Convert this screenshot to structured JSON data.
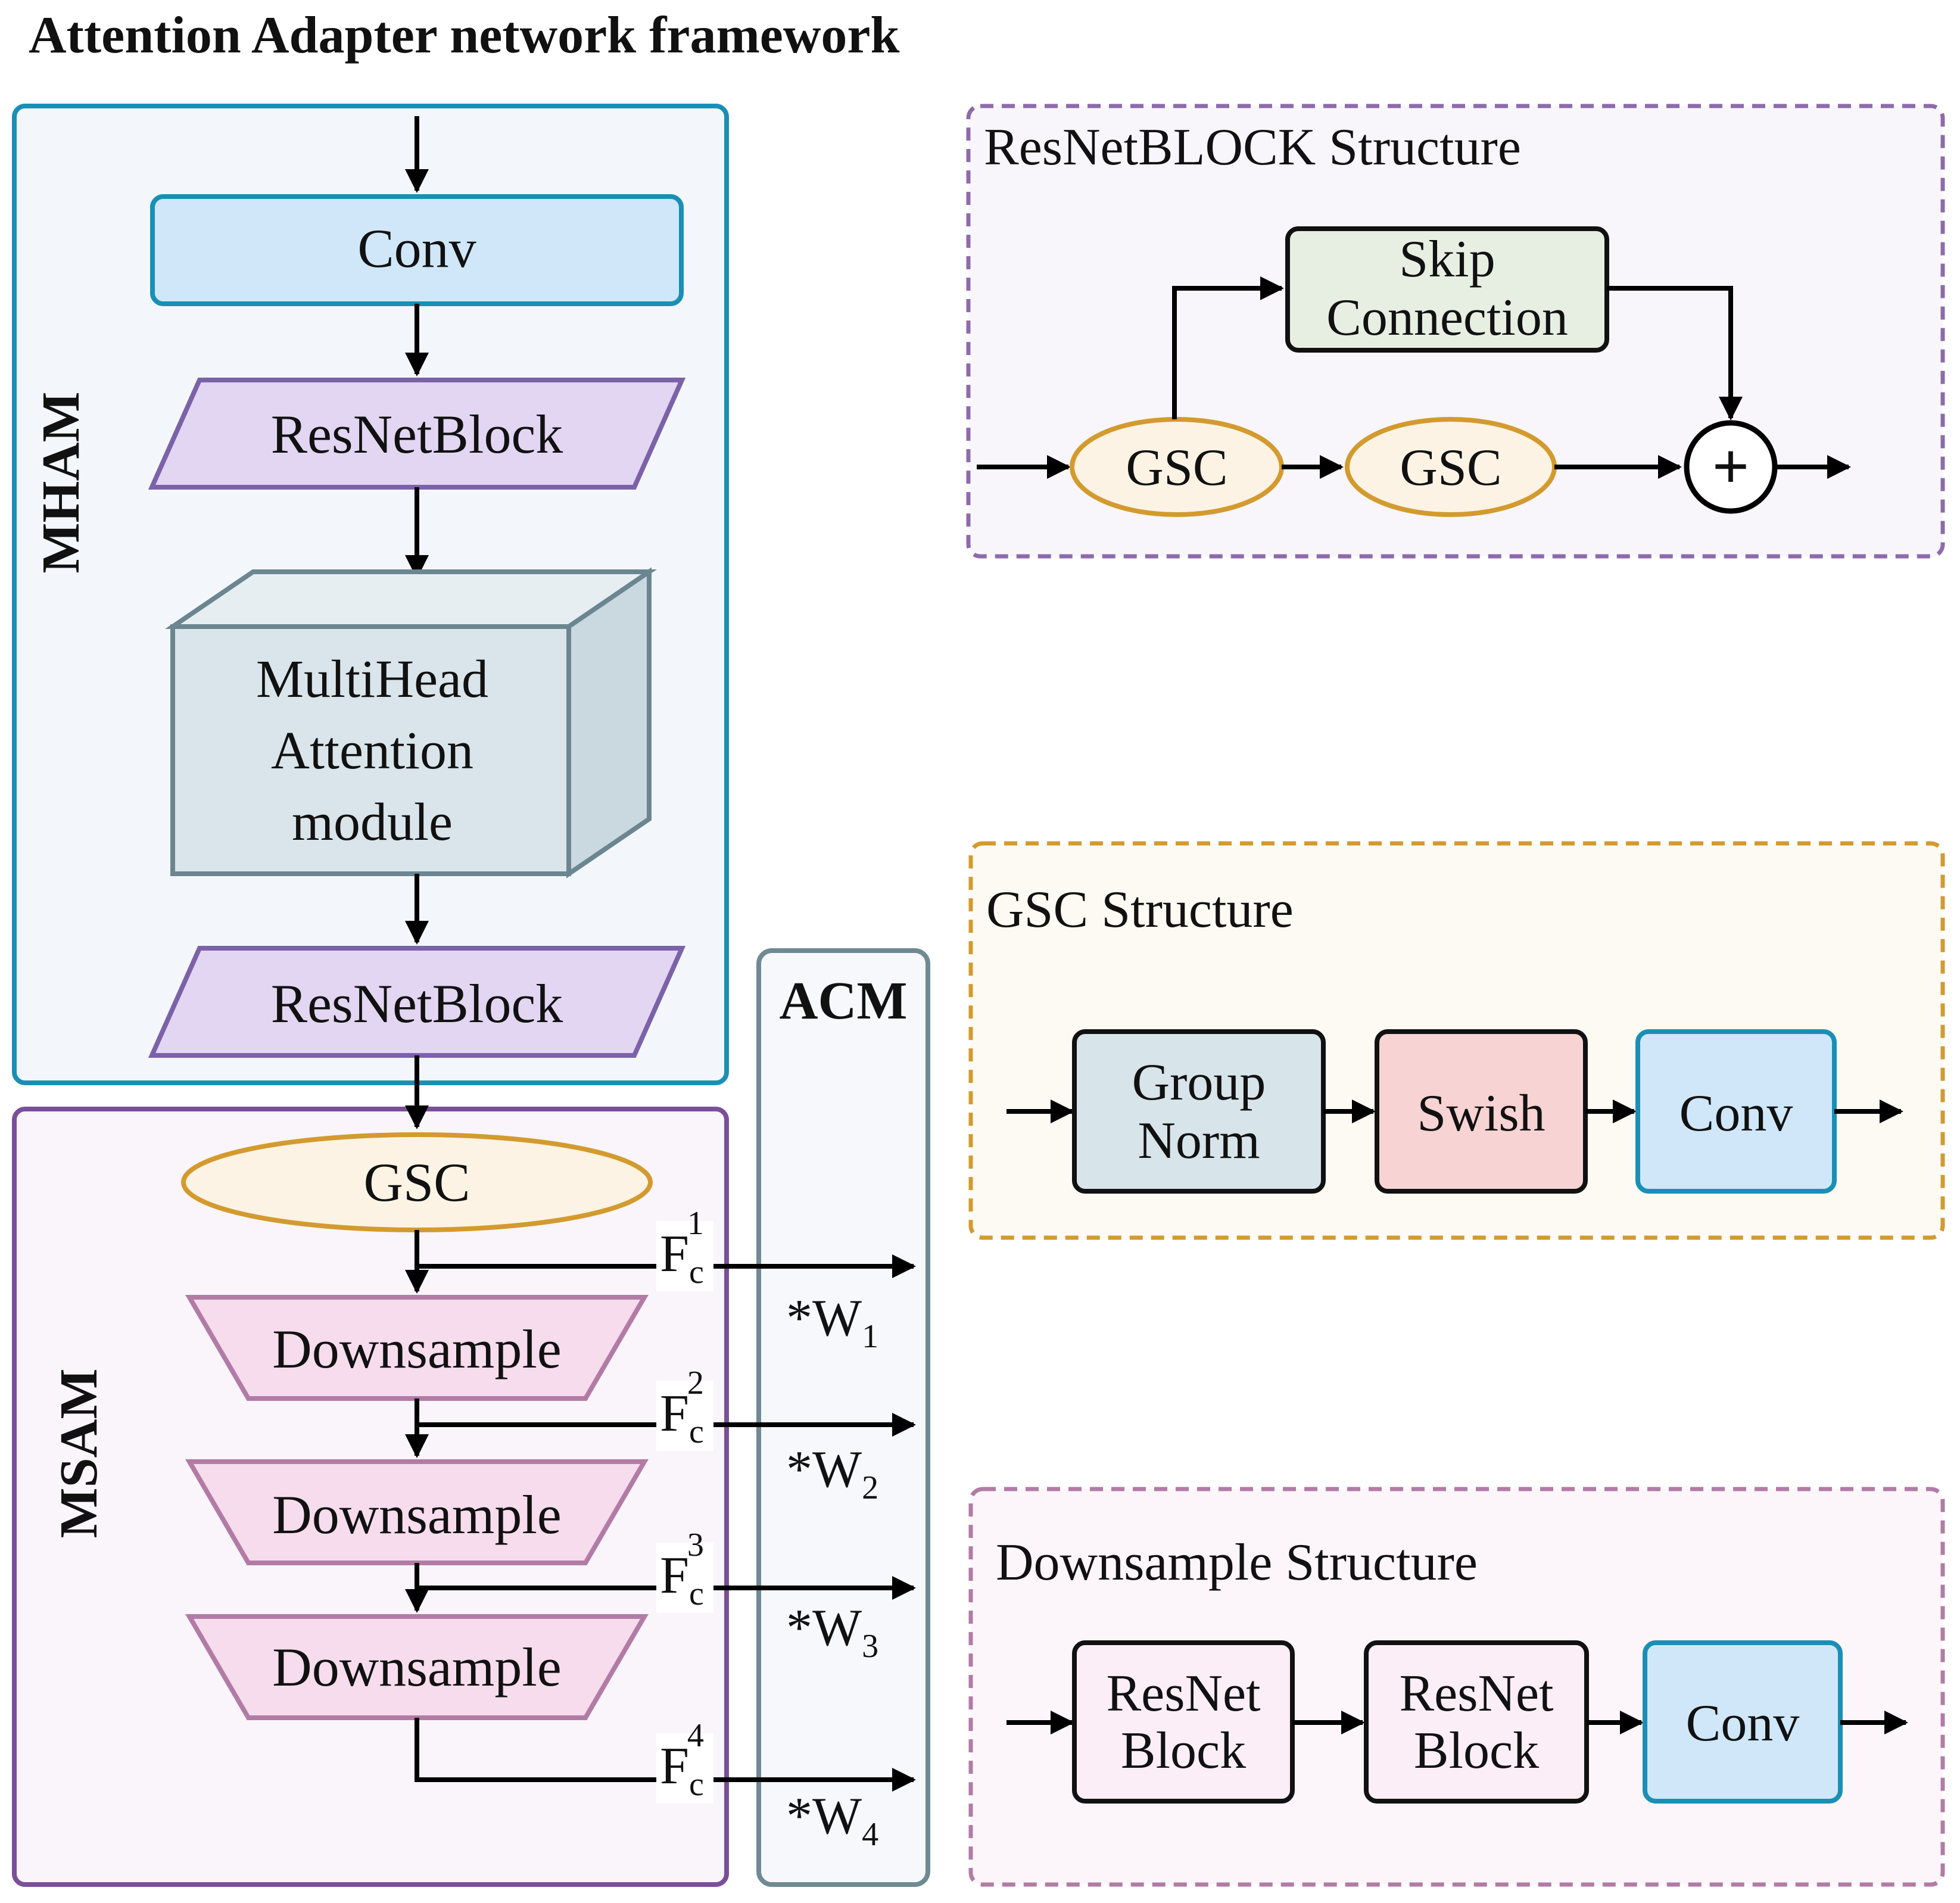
{
  "title": "Attention Adapter network framework",
  "mham": {
    "label": "MHAM",
    "conv": "Conv",
    "resnet_block_1": "ResNetBlock",
    "attention_lines": [
      "MultiHead",
      "Attention",
      "module"
    ],
    "resnet_block_2": "ResNetBlock"
  },
  "msam": {
    "label": "MSAM",
    "gsc": "GSC",
    "downsample_1": "Downsample",
    "downsample_2": "Downsample",
    "downsample_3": "Downsample"
  },
  "acm": {
    "label": "ACM",
    "features": [
      {
        "base": "F",
        "sub": "c",
        "sup": "1",
        "weight_prefix": "*W",
        "weight_sub": "1"
      },
      {
        "base": "F",
        "sub": "c",
        "sup": "2",
        "weight_prefix": "*W",
        "weight_sub": "2"
      },
      {
        "base": "F",
        "sub": "c",
        "sup": "3",
        "weight_prefix": "*W",
        "weight_sub": "3"
      },
      {
        "base": "F",
        "sub": "c",
        "sup": "4",
        "weight_prefix": "*W",
        "weight_sub": "4"
      }
    ]
  },
  "resnet_structure": {
    "title": "ResNetBLOCK Structure",
    "skip_lines": [
      "Skip",
      "Connection"
    ],
    "gsc_1": "GSC",
    "gsc_2": "GSC",
    "add_symbol": "+"
  },
  "gsc_structure": {
    "title": "GSC Structure",
    "group_norm_lines": [
      "Group",
      "Norm"
    ],
    "swish": "Swish",
    "conv": "Conv"
  },
  "downsample_structure": {
    "title": "Downsample Structure",
    "resnet_1_lines": [
      "ResNet",
      "Block"
    ],
    "resnet_2_lines": [
      "ResNet",
      "Block"
    ],
    "conv": "Conv"
  },
  "colors": {
    "mham_border": "#1a8fb5",
    "mham_fill": "#f3f7fc",
    "msam_border": "#7a4f9a",
    "msam_fill": "#f9f5fb",
    "acm_border": "#6f8a92",
    "acm_fill": "#f6f8fb",
    "conv_fill": "#cfe7f9",
    "resnet_fill": "#e2d6f3",
    "resnet_border": "#7b62a8",
    "attention_front": "#d9e5ea",
    "attention_side": "#c9d9df",
    "attention_border": "#6b8690",
    "gsc_fill": "#fdf3e4",
    "gsc_border": "#d39a2e",
    "down_fill": "#f6dcec",
    "down_border": "#b27ba6",
    "skip_fill": "#e7efe3",
    "group_norm_fill": "#d7e4ea",
    "swish_fill": "#f8d3d3",
    "res_block_fill": "#fbeef6"
  }
}
